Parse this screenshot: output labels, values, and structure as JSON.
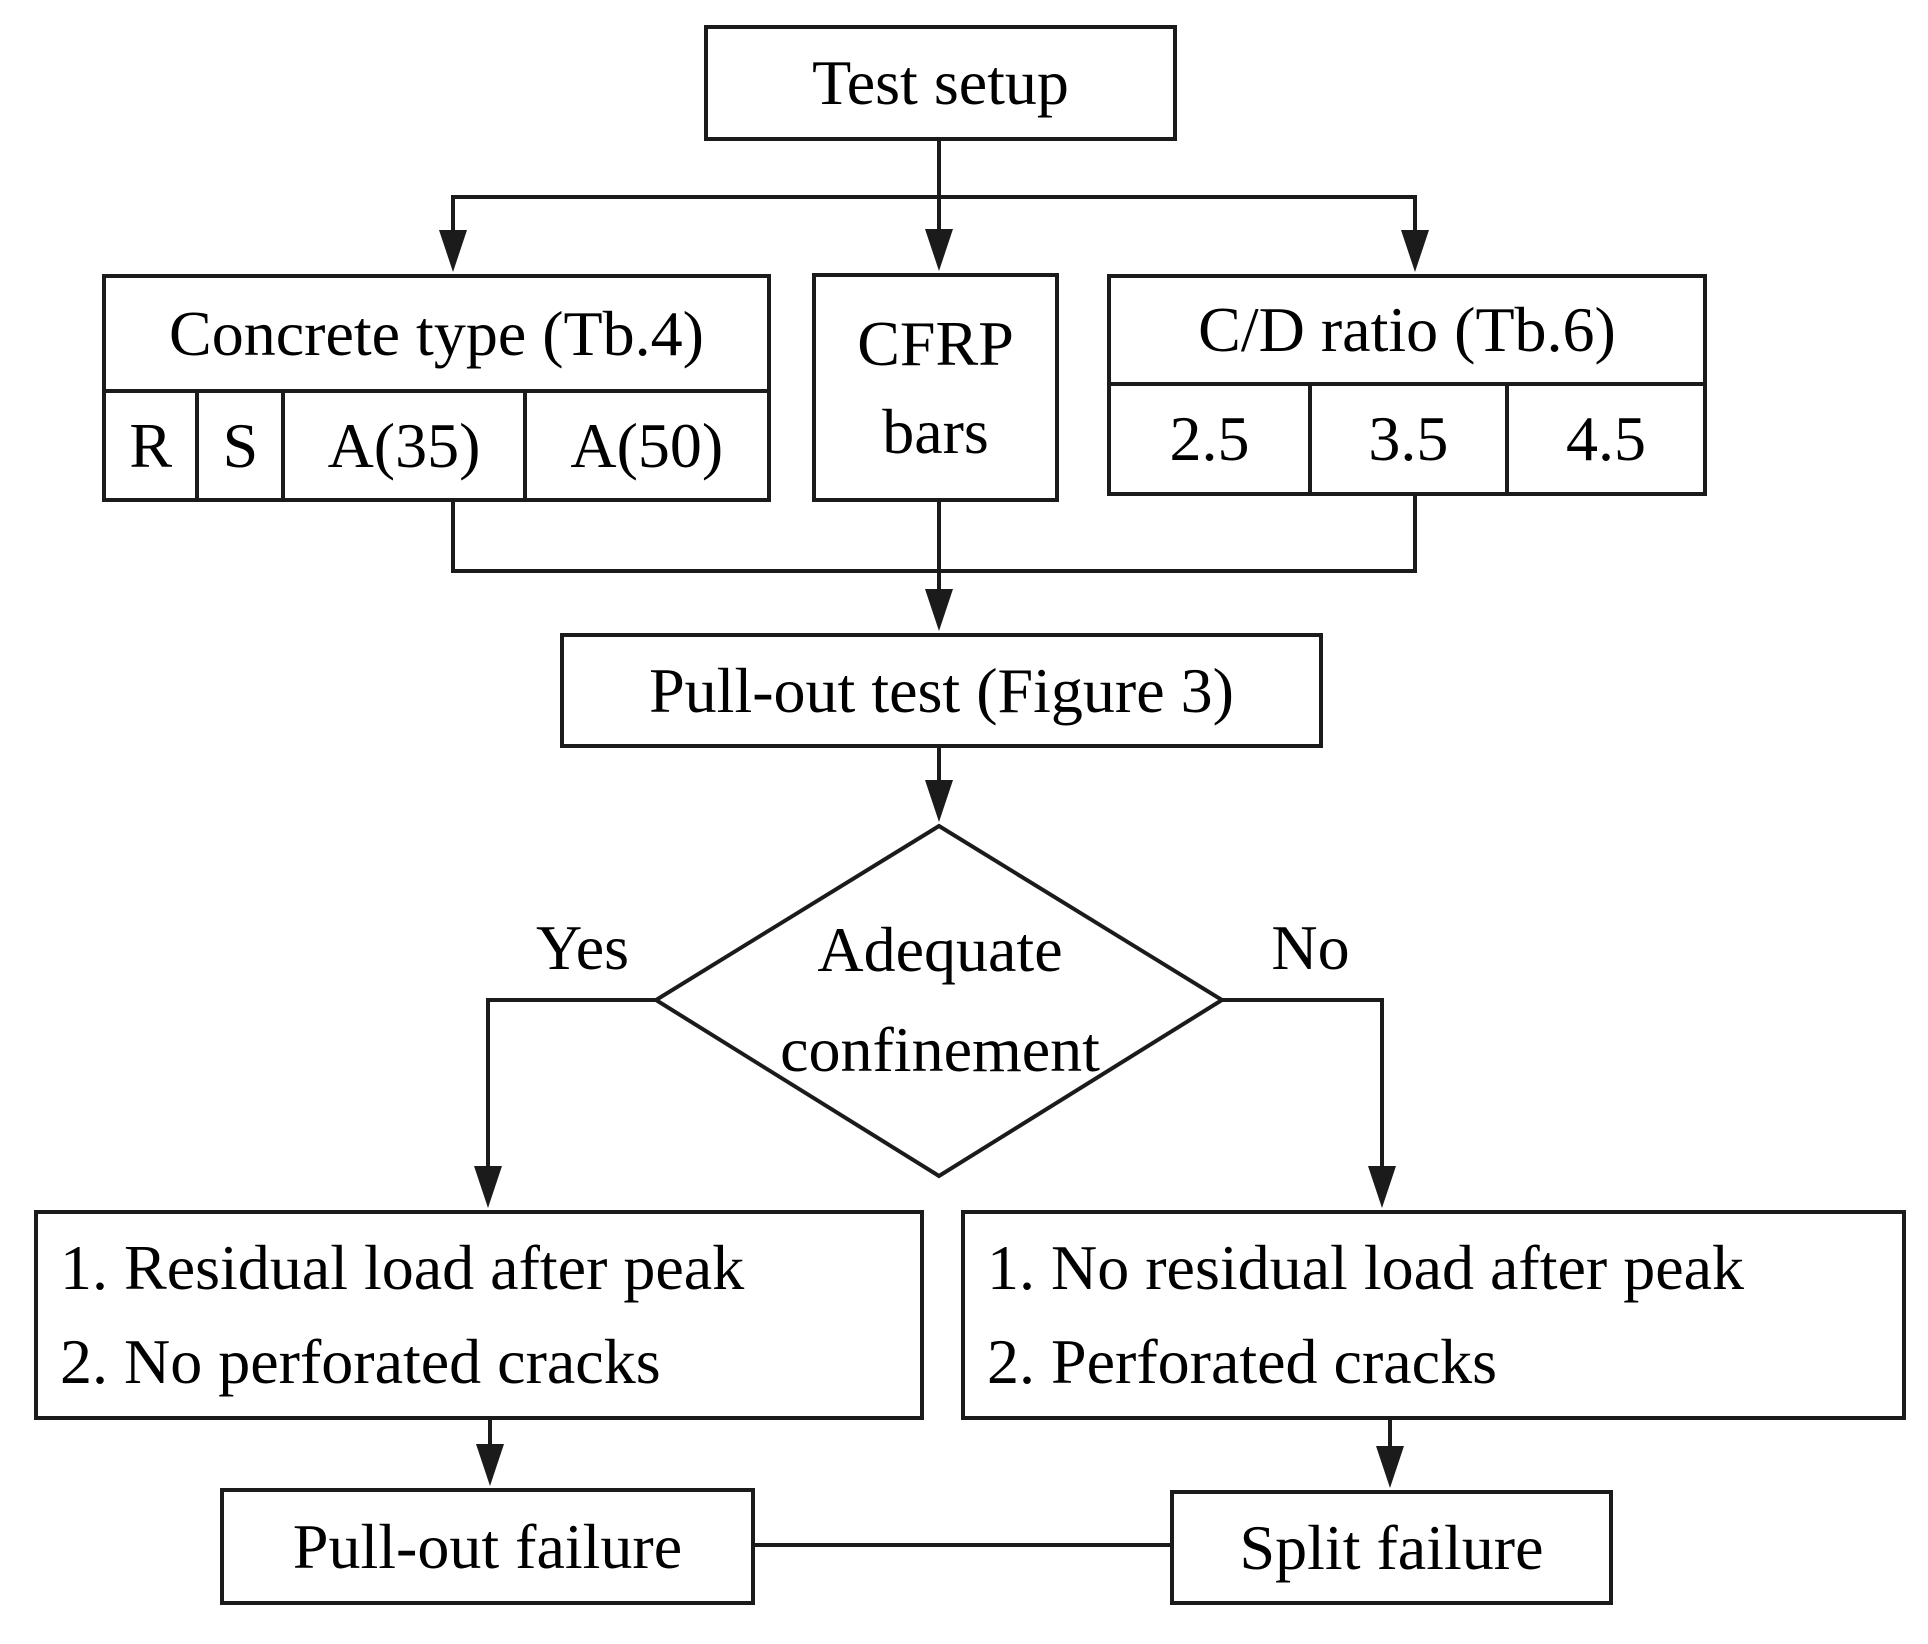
{
  "diagram": {
    "colors": {
      "line": "#1b1b1b",
      "background": "#ffffff",
      "text": "#000000"
    },
    "nodes": {
      "test_setup": "Test setup",
      "concrete": {
        "header": "Concrete type (Tb.4)",
        "cells": [
          "R",
          "S",
          "A(35)",
          "A(50)"
        ]
      },
      "cfrp": {
        "lines": [
          "CFRP",
          "bars"
        ]
      },
      "cd_ratio": {
        "header": "C/D ratio (Tb.6)",
        "cells": [
          "2.5",
          "3.5",
          "4.5"
        ]
      },
      "pullout_test": "Pull-out test (Figure 3)",
      "decision": {
        "lines": [
          "Adequate",
          "confinement"
        ]
      },
      "branch_yes": "Yes",
      "branch_no": "No",
      "pullout_criteria": {
        "items": [
          "1. Residual load after peak",
          "2. No perforated cracks"
        ]
      },
      "split_criteria": {
        "items": [
          "1. No residual load after peak",
          "2. Perforated cracks"
        ]
      },
      "pullout_failure": "Pull-out failure",
      "split_failure": "Split failure"
    }
  }
}
